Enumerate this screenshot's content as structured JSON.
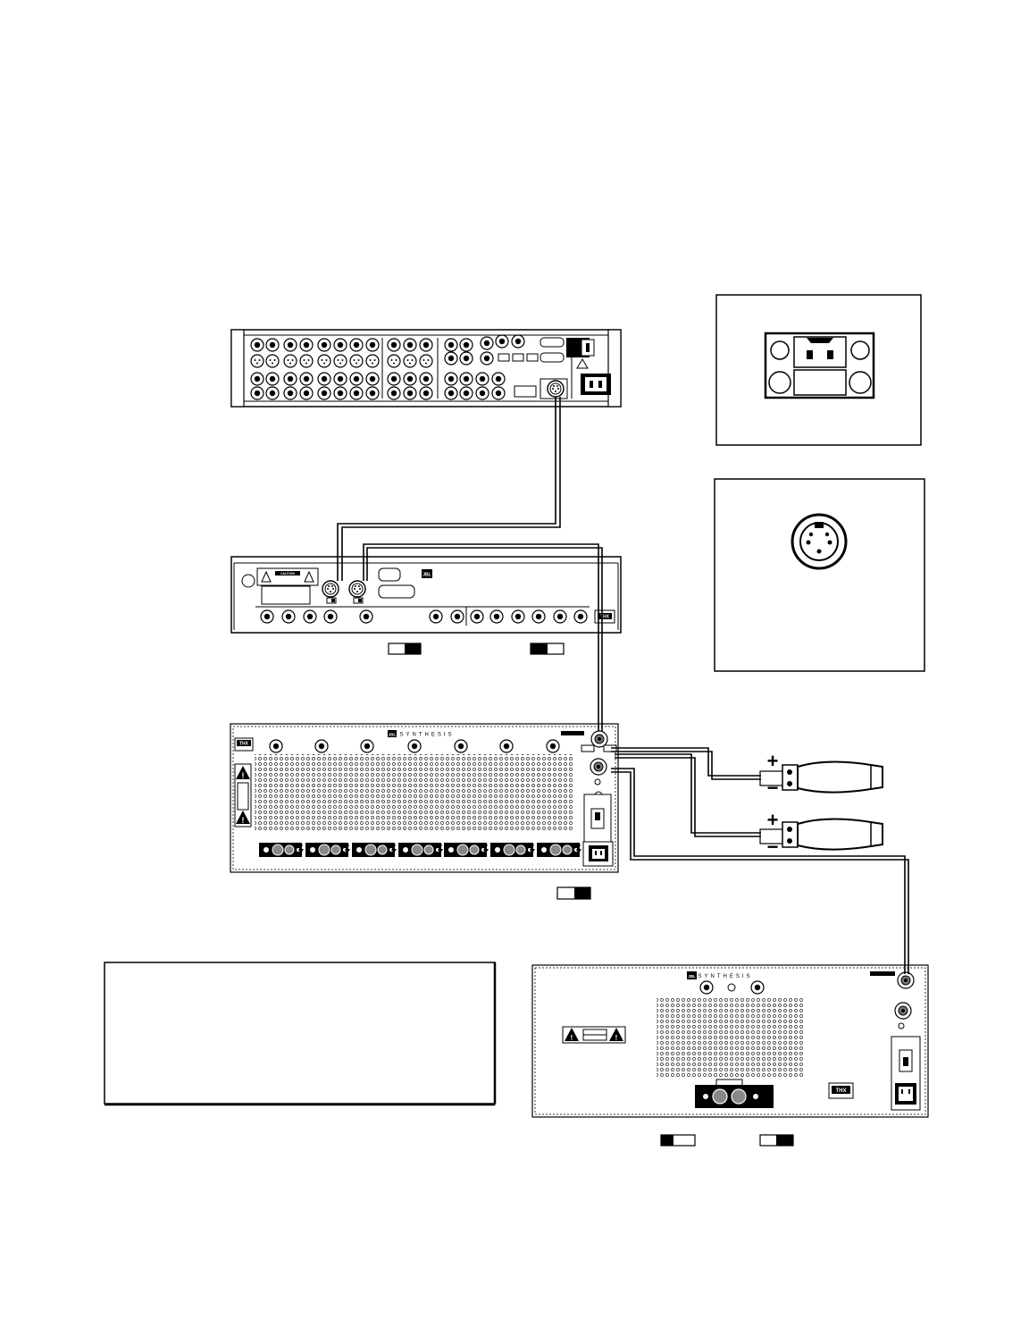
{
  "diagram": {
    "brand_mark": "JBL",
    "certification_mark": "THX",
    "wordmark": "SYNTHESIS",
    "caution_label": "CAUTION",
    "speaker_terminals": [
      {
        "polarity_positive": "+",
        "polarity_negative": "−"
      },
      {
        "polarity_positive": "+",
        "polarity_negative": "−"
      }
    ],
    "components": [
      "preamp-processor",
      "controller-unit",
      "multichannel-power-amplifier",
      "subwoofer-amplifier",
      "ac-power-receptacle-detail",
      "din-connector-detail",
      "speaker-banana-plug",
      "speaker-banana-plug"
    ],
    "switch_indicators": [
      {
        "unit": "controller",
        "filled": "right"
      },
      {
        "unit": "controller",
        "filled": "left"
      },
      {
        "unit": "multichannel-amplifier",
        "filled": "right"
      },
      {
        "unit": "subwoofer-amplifier",
        "filled": "left"
      },
      {
        "unit": "subwoofer-amplifier",
        "filled": "right"
      }
    ],
    "note_box": ""
  }
}
